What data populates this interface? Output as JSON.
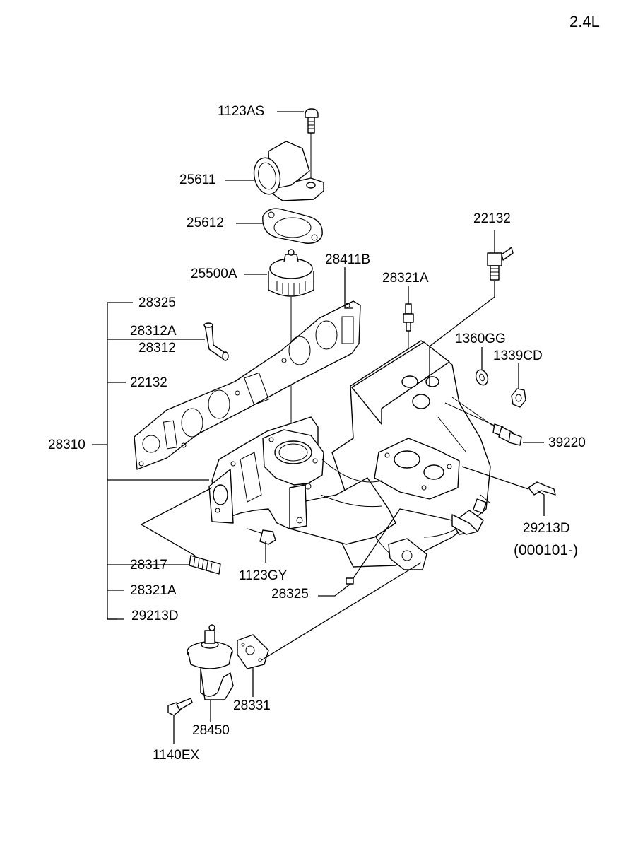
{
  "variant": "2.4L",
  "labels": {
    "p_1123AS": "1123AS",
    "p_25611": "25611",
    "p_25612": "25612",
    "p_25500A": "25500A",
    "p_28411B": "28411B",
    "p_22132_top": "22132",
    "p_28321A_top": "28321A",
    "p_28325_top": "28325",
    "p_28312A": "28312A",
    "p_28312": "28312",
    "p_22132_left": "22132",
    "p_1360GG": "1360GG",
    "p_1339CD": "1339CD",
    "p_28310": "28310",
    "p_39220": "39220",
    "p_29213D_right": "29213D",
    "p_29213D_note": "(000101-)",
    "p_28317": "28317",
    "p_1123GY": "1123GY",
    "p_28321A_bottom": "28321A",
    "p_28325_bottom": "28325",
    "p_29213D_bottom": "29213D",
    "p_28331": "28331",
    "p_28450": "28450",
    "p_1140EX": "1140EX"
  }
}
